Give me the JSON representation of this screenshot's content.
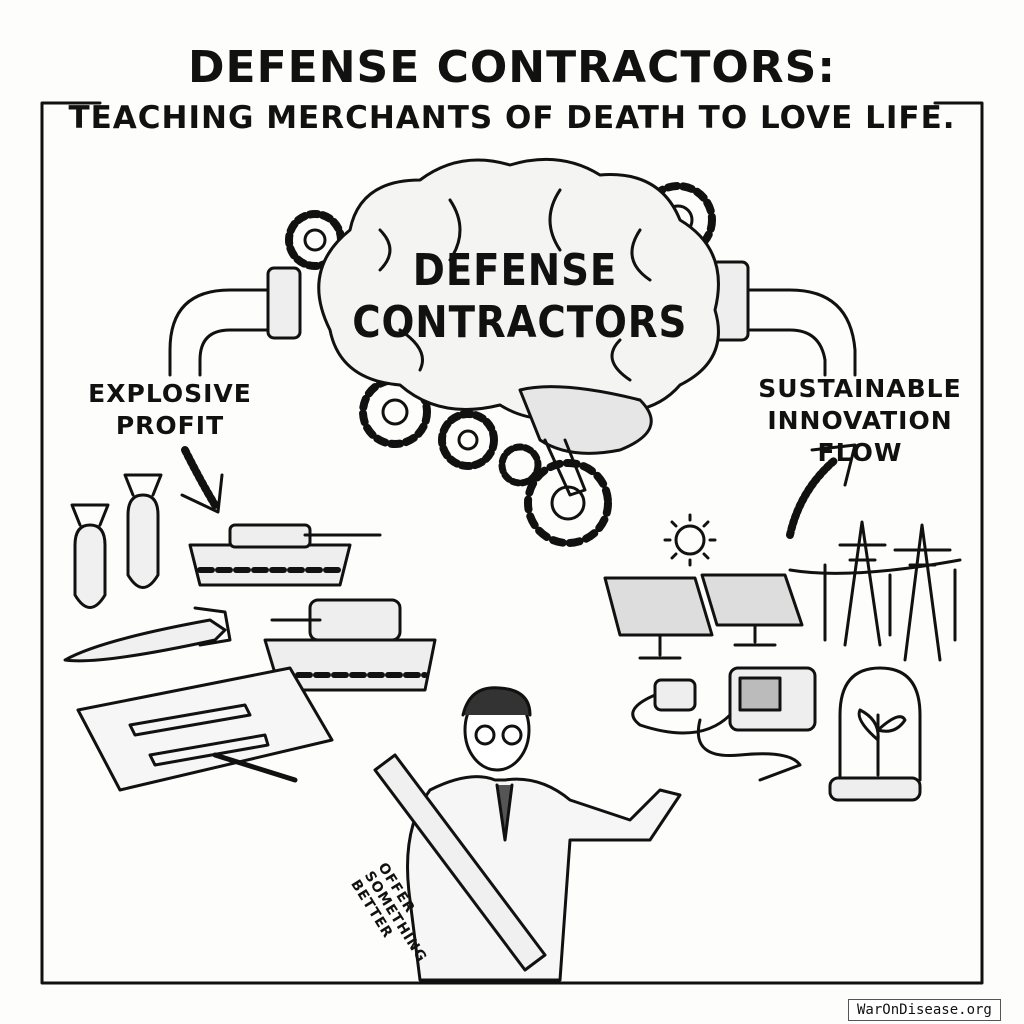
{
  "title": "DEFENSE CONTRACTORS:",
  "subtitle": "TEACHING MERCHANTS OF DEATH TO LOVE LIFE.",
  "brain_label": "DEFENSE CONTRACTORS",
  "left_label": "EXPLOSIVE PROFIT",
  "right_label": "SUSTAINABLE INNOVATION FLOW",
  "scroll_text": "OFFER SOMETHING BETTER",
  "watermark": "WarOnDisease.org"
}
